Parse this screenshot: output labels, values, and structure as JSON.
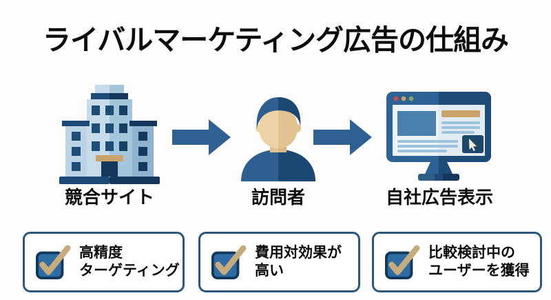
{
  "title": "ライバルマーケティング広告の仕組み",
  "palette": {
    "arrow_blue": "#2e6191",
    "card_border": "#2b567e",
    "checkbox_fill": "#2e6da4",
    "checkmark_tan": "#c6ab7d",
    "icon_light_blue": "#c7dcea",
    "icon_mid_blue": "#a4c6db",
    "icon_dark_blue": "#1d4a77",
    "icon_tan": "#c9a369",
    "text_black": "#0d0d0d"
  },
  "flow": {
    "steps": [
      {
        "label": "競合サイト",
        "icon": "building-icon"
      },
      {
        "label": "訪問者",
        "icon": "person-icon"
      },
      {
        "label": "自社広告表示",
        "icon": "monitor-ad-icon"
      }
    ]
  },
  "features": [
    {
      "line1": "高精度",
      "line2": "ターゲティング"
    },
    {
      "line1": "費用対効果が",
      "line2": "高い"
    },
    {
      "line1": "比較検討中の",
      "line2": "ユーザーを獲得"
    }
  ]
}
